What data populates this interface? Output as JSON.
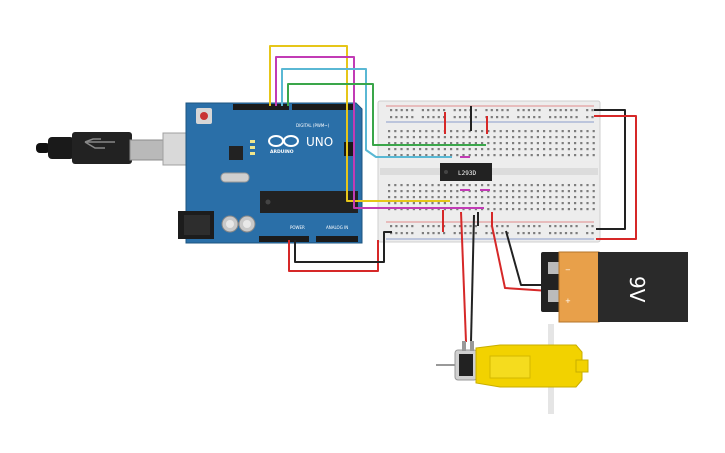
{
  "arduino": {
    "logo_text": "UNO",
    "brand": "ARDUINO",
    "digital_label": "DIGITAL (PWM~)",
    "power_label": "POWER",
    "analog_label": "ANALOG IN"
  },
  "ic": {
    "label": "L293D"
  },
  "battery": {
    "label": "9V",
    "minus": "−",
    "plus": "+"
  },
  "colors": {
    "board": "#2a6fa8",
    "wire_yellow": "#e6c619",
    "wire_magenta": "#c23bb5",
    "wire_cyan": "#5ab8d4",
    "wire_green": "#3aa64a",
    "wire_red": "#d62828",
    "wire_black": "#222222",
    "motor_yellow": "#f2d200",
    "battery_orange": "#e8a04a"
  }
}
